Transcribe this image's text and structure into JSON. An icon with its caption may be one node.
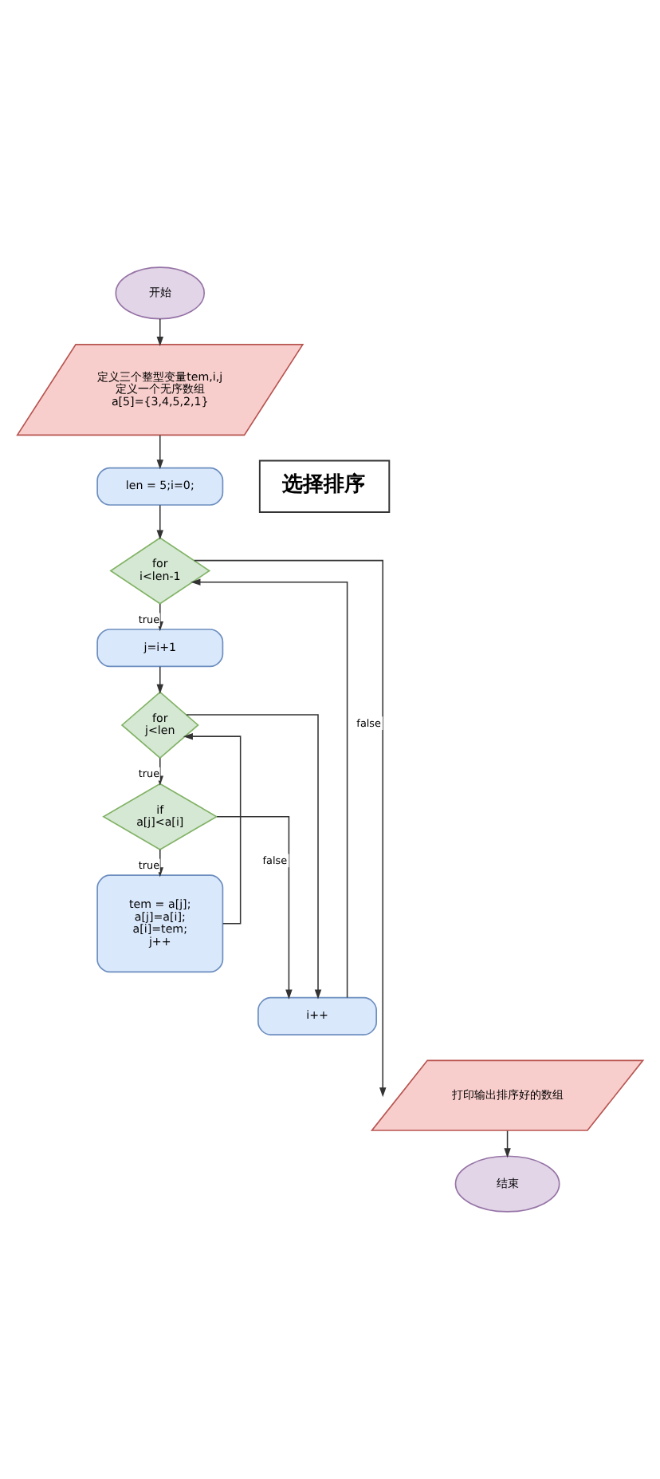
{
  "diagram": {
    "nodes": [
      {
        "text": [
          "开始"
        ]
      },
      {
        "text": [
          "定义三个整型变量tem,i,j",
          "定义一个无序数组",
          "a[5]={3,4,5,2,1}"
        ]
      },
      {
        "text": [
          "len = 5;i=0;"
        ]
      },
      {
        "text": [
          "选择排序"
        ]
      },
      {
        "text": [
          "for",
          "i<len-1"
        ]
      },
      {
        "text": [
          "j=i+1"
        ]
      },
      {
        "text": [
          "for",
          "j<len"
        ]
      },
      {
        "text": [
          "if",
          "a[j]<a[i]"
        ]
      },
      {
        "text": [
          "tem = a[j];",
          "a[j]=a[i];",
          "a[i]=tem;",
          "j++"
        ]
      },
      {
        "text": [
          "i++"
        ]
      },
      {
        "text": [
          "打印输出排序好的数组"
        ]
      },
      {
        "text": [
          "结束"
        ]
      }
    ],
    "edges": [
      {
        "from": 0,
        "to": 1,
        "arrow": "to"
      },
      {
        "from": 1,
        "to": 2,
        "arrow": "to"
      },
      {
        "from": 2,
        "to": 4,
        "arrow": "to"
      },
      {
        "from": 4,
        "to": 5,
        "arrow": "to",
        "label": "true"
      },
      {
        "from": 5,
        "to": 6,
        "arrow": "to"
      },
      {
        "from": 6,
        "to": 7,
        "arrow": "to",
        "label": "true"
      },
      {
        "from": 7,
        "to": 8,
        "arrow": "to",
        "label": "true"
      },
      {
        "from": 8,
        "to": 6,
        "arrow": "to"
      },
      {
        "from": 6,
        "to": 9,
        "arrow": "to"
      },
      {
        "from": 7,
        "to": 9,
        "arrow": "to",
        "label": "false"
      },
      {
        "from": 9,
        "to": 4,
        "arrow": "to"
      },
      {
        "from": 4,
        "to": 10,
        "arrow": "to",
        "label": "false"
      },
      {
        "from": 10,
        "to": 11,
        "arrow": "to"
      }
    ]
  }
}
